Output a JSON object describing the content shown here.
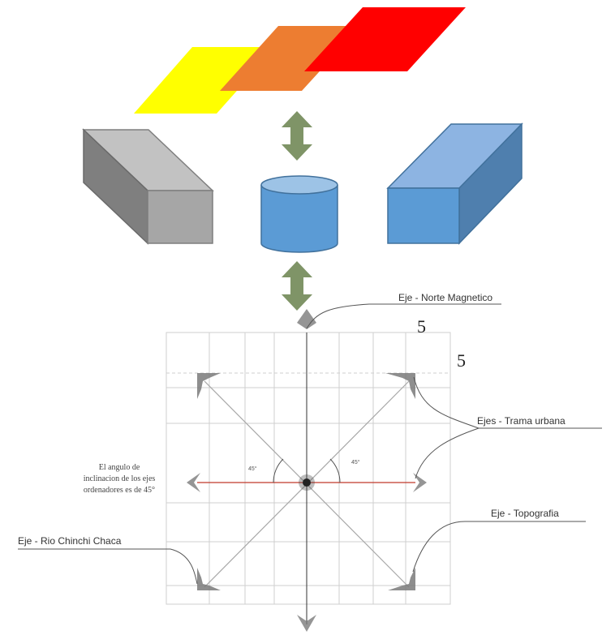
{
  "labels": {
    "north_axis": "Eje - Norte Magnetico",
    "urban_axes": "Ejes - Trama urbana",
    "topography_axis": "Eje - Topografia",
    "river_axis": "Eje - Rio Chinchi Chaca",
    "inclination_note": [
      "El angulo de",
      "inclinacion  de los ejes",
      "ordenadores es de 45°"
    ]
  },
  "grid_numbers": [
    "5",
    "5"
  ],
  "angle_labels": [
    "45°",
    "45°"
  ],
  "colors": {
    "plane_yellow": "#ffff00",
    "plane_orange": "#ed7d31",
    "plane_red": "#ff0000",
    "box_gray": "#a6a6a6",
    "box_blue": "#5b9bd5",
    "cylinder_blue": "#5b9bd5",
    "arrow_green": "#7f9467",
    "axis_red": "#c0392b"
  }
}
